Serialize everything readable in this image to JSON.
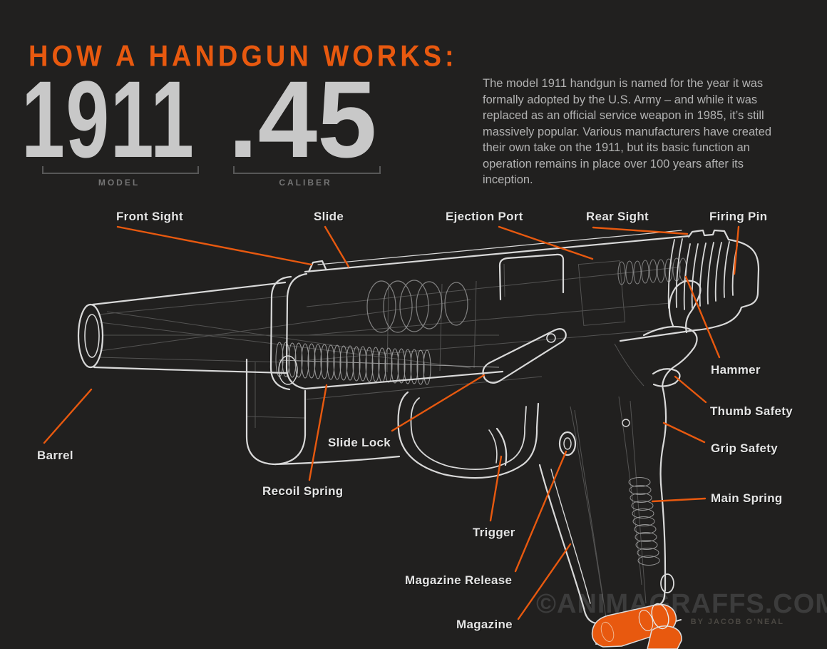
{
  "colors": {
    "background": "#21201f",
    "accent_orange": "#e8590f",
    "big_number_gray": "#c8c8c8",
    "paragraph_gray": "#b2b2b2",
    "label_white": "#e5e5e5",
    "bracket_gray": "#575757",
    "watermark_gray": "#3c3c3c",
    "gun_line_white": "#d9d9d9"
  },
  "header": {
    "title": "HOW A HANDGUN WORKS:",
    "model": {
      "value": "1911",
      "label": "MODEL"
    },
    "caliber": {
      "value": ".45",
      "label": "CALIBER"
    },
    "description": "The model 1911 handgun is named for the year it was formally adopted by the U.S. Army – and while it was replaced as an official service weapon in 1985, it’s still massively popular. Various manufacturers have created their own take on the 1911, but its basic function an operation remains in place over 100 years after its inception."
  },
  "diagram": {
    "subject": "1911 .45 handgun transparent wireframe cutaway",
    "labels": [
      {
        "text": "Front Sight"
      },
      {
        "text": "Slide"
      },
      {
        "text": "Ejection Port"
      },
      {
        "text": "Rear Sight"
      },
      {
        "text": "Firing Pin"
      },
      {
        "text": "Hammer"
      },
      {
        "text": "Thumb Safety"
      },
      {
        "text": "Grip Safety"
      },
      {
        "text": "Main Spring"
      },
      {
        "text": "Barrel"
      },
      {
        "text": "Slide Lock"
      },
      {
        "text": "Recoil Spring"
      },
      {
        "text": "Trigger"
      },
      {
        "text": "Magazine Release"
      },
      {
        "text": "Magazine"
      }
    ]
  },
  "watermark": {
    "site": "©ANIMAGRAFFS.COM",
    "byline": "BY JACOB O’NEAL"
  }
}
